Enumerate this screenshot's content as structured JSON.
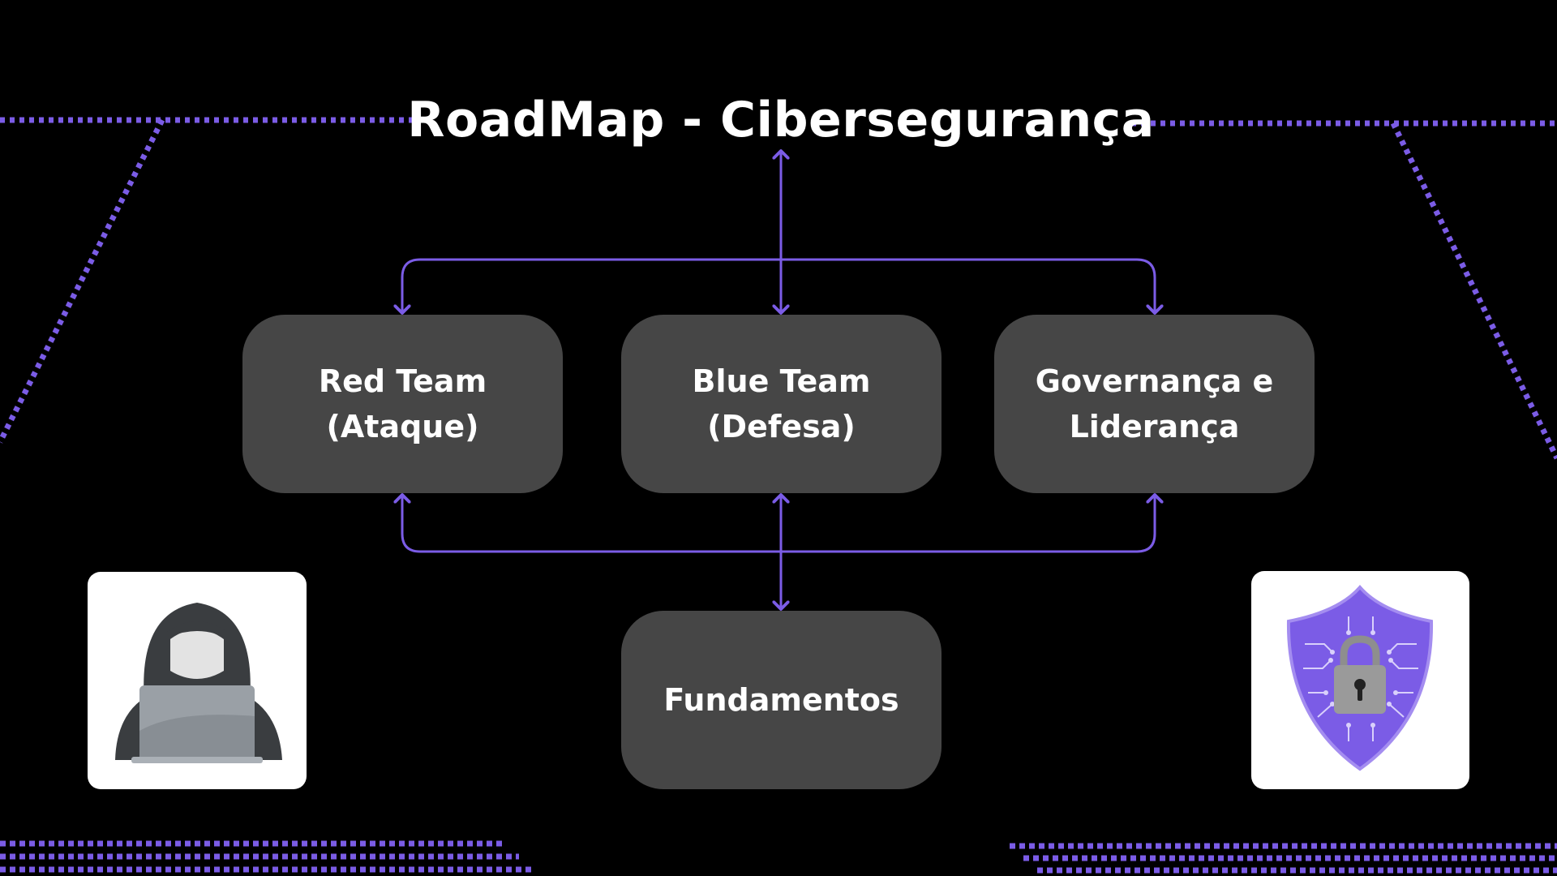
{
  "title": "RoadMap - Cibersegurança",
  "nodes": {
    "red_team": {
      "line1": "Red Team",
      "line2": "(Ataque)"
    },
    "blue_team": {
      "line1": "Blue Team",
      "line2": "(Defesa)"
    },
    "governance": {
      "line1": "Governança e",
      "line2": "Liderança"
    },
    "fundamentals": {
      "label": "Fundamentos"
    }
  },
  "illustrations": {
    "left": "hacker-icon",
    "right": "shield-lock-icon"
  },
  "colors": {
    "background": "#000000",
    "accent": "#7B5CE6",
    "node_fill": "#464646",
    "text": "#ffffff"
  }
}
